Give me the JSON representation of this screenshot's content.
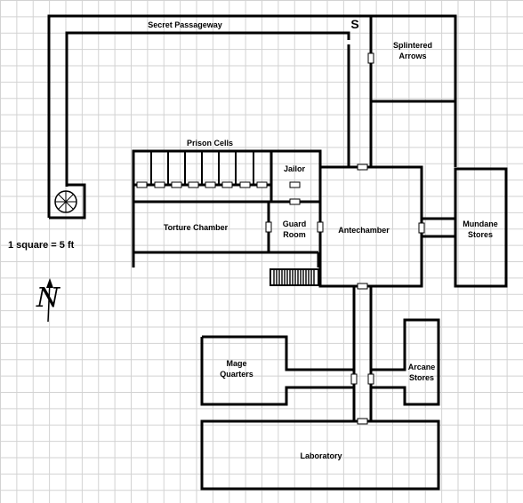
{
  "colors": {
    "wall": "#000000",
    "grid": "#d2d2d2",
    "background": "#ffffff",
    "door": "#ffffff"
  },
  "scale": {
    "label": "1 square = 5 ft"
  },
  "compass": {
    "letter": "N",
    "icon": "north-arrow-icon"
  },
  "secret_door": {
    "letter": "S"
  },
  "labels": {
    "secret_passageway": "Secret Passageway",
    "splintered_arrows_1": "Splintered",
    "splintered_arrows_2": "Arrows",
    "prison_cells": "Prison Cells",
    "jailor": "Jailor",
    "torture_chamber": "Torture Chamber",
    "guard_room_1": "Guard",
    "guard_room_2": "Room",
    "antechamber": "Antechamber",
    "mundane_stores_1": "Mundane",
    "mundane_stores_2": "Stores",
    "mage_quarters_1": "Mage",
    "mage_quarters_2": "Quarters",
    "arcane_stores_1": "Arcane",
    "arcane_stores_2": "Stores",
    "laboratory": "Laboratory"
  }
}
